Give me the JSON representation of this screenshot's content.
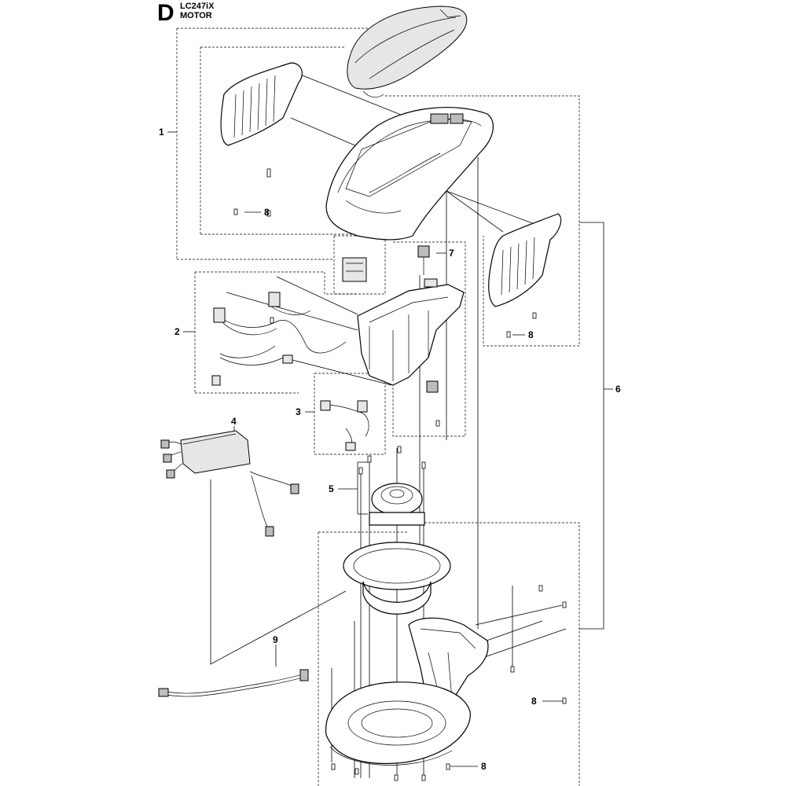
{
  "header": {
    "section_letter": "D",
    "model": "LC247iX",
    "title": "MOTOR"
  },
  "callouts": [
    {
      "id": "c1",
      "label": "1"
    },
    {
      "id": "c2",
      "label": "2"
    },
    {
      "id": "c3",
      "label": "3"
    },
    {
      "id": "c4",
      "label": "4"
    },
    {
      "id": "c5",
      "label": "5"
    },
    {
      "id": "c6",
      "label": "6"
    },
    {
      "id": "c7",
      "label": "7"
    },
    {
      "id": "c8a",
      "label": "8"
    },
    {
      "id": "c8b",
      "label": "8"
    },
    {
      "id": "c8c",
      "label": "8"
    },
    {
      "id": "c8d",
      "label": "8"
    },
    {
      "id": "c9",
      "label": "9"
    }
  ]
}
